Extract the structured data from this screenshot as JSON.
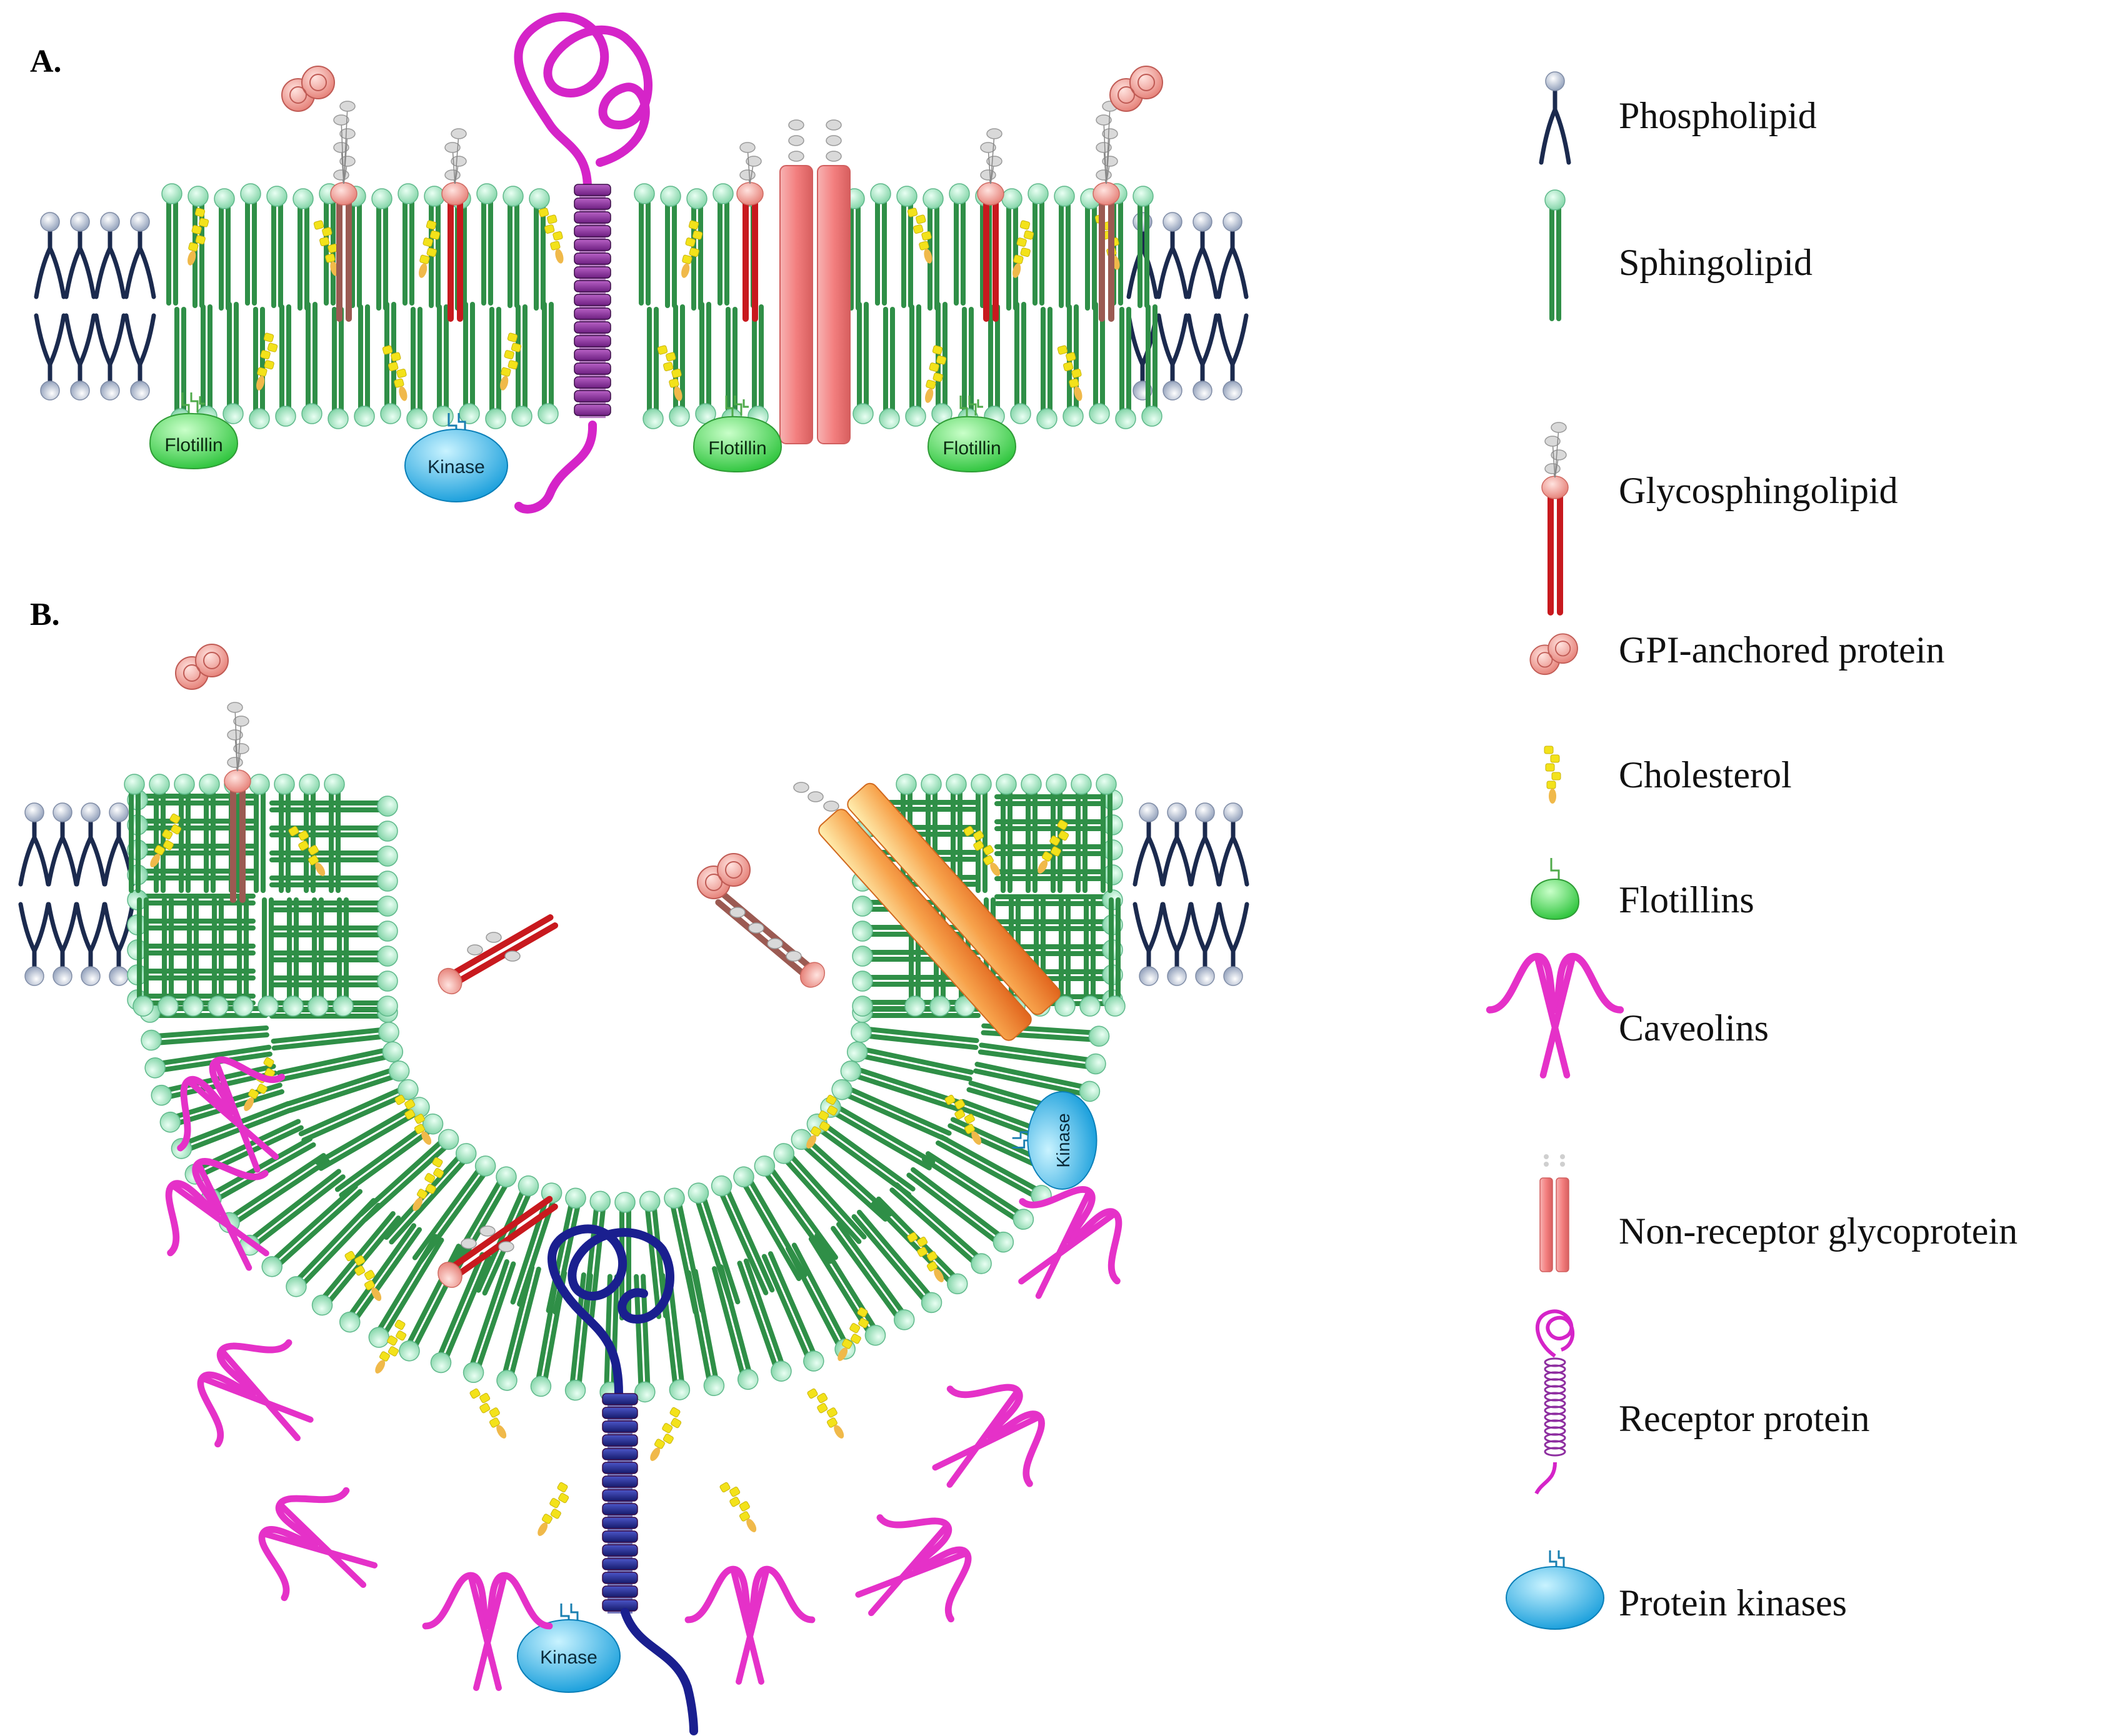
{
  "panels": {
    "a": "A.",
    "b": "B."
  },
  "protein_labels": {
    "flotillin": "Flotillin",
    "kinase": "Kinase"
  },
  "legend": [
    {
      "id": "phospholipid",
      "label": "Phospholipid"
    },
    {
      "id": "sphingolipid",
      "label": "Sphingolipid"
    },
    {
      "id": "glycosphingolipid",
      "label": "Glycosphingolipid"
    },
    {
      "id": "gpi",
      "label": "GPI-anchored protein"
    },
    {
      "id": "cholesterol",
      "label": "Cholesterol"
    },
    {
      "id": "flotillins",
      "label": "Flotillins"
    },
    {
      "id": "caveolins",
      "label": "Caveolins"
    },
    {
      "id": "nonreceptor",
      "label": "Non-receptor glycoprotein"
    },
    {
      "id": "receptor",
      "label": "Receptor protein"
    },
    {
      "id": "kinases",
      "label": "Protein kinases"
    }
  ],
  "colors": {
    "sphingolipid_head": "#9fe3bf",
    "sphingolipid_tail": "#2f8f47",
    "phospholipid_head": "#b9c6d9",
    "phospholipid_tail": "#1b2a4e",
    "glyco_head": "#f2a7a0",
    "glyco_tail": "#c8191e",
    "gpi_tail": "#9b5a52",
    "cholesterol": "#f3e21a",
    "flotillin": "#4fd65a",
    "caveolin": "#e531c8",
    "nonreceptor": "#f07c7c",
    "receptor_a": "#8e2ea0",
    "receptor_loop_a": "#d524c8",
    "receptor_b": "#1a1f8f",
    "kinase": "#19b8ee"
  }
}
